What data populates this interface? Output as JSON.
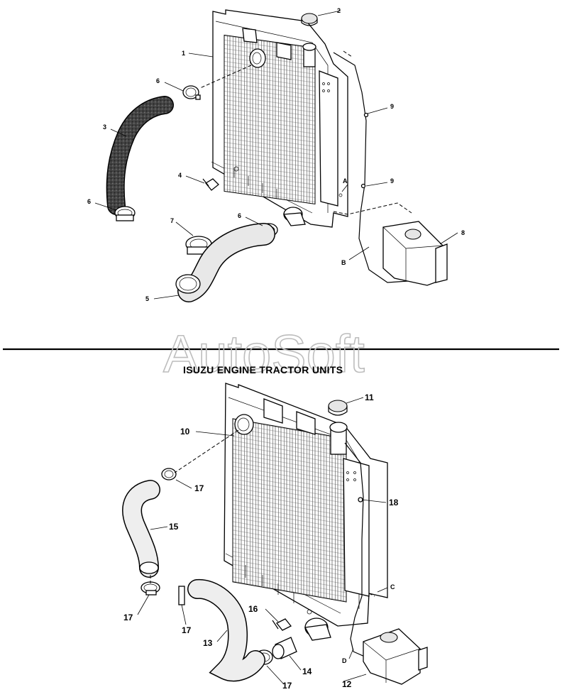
{
  "watermark": "AutoSoft",
  "section_title": "ISUZU ENGINE TRACTOR UNITS",
  "callouts_top": {
    "c1": "1",
    "c2": "2",
    "c3": "3",
    "c4": "4",
    "c5": "5",
    "c6a": "6",
    "c6b": "6",
    "c6c": "6",
    "c7": "7",
    "c8": "8",
    "c9a": "9",
    "c9b": "9",
    "cA": "A",
    "cB": "B"
  },
  "callouts_bottom": {
    "c10": "10",
    "c11": "11",
    "c12": "12",
    "c13": "13",
    "c14": "14",
    "c15": "15",
    "c16": "16",
    "c17a": "17",
    "c17b": "17",
    "c17c": "17",
    "c17d": "17",
    "c18": "18",
    "cC": "C",
    "cD": "D"
  }
}
